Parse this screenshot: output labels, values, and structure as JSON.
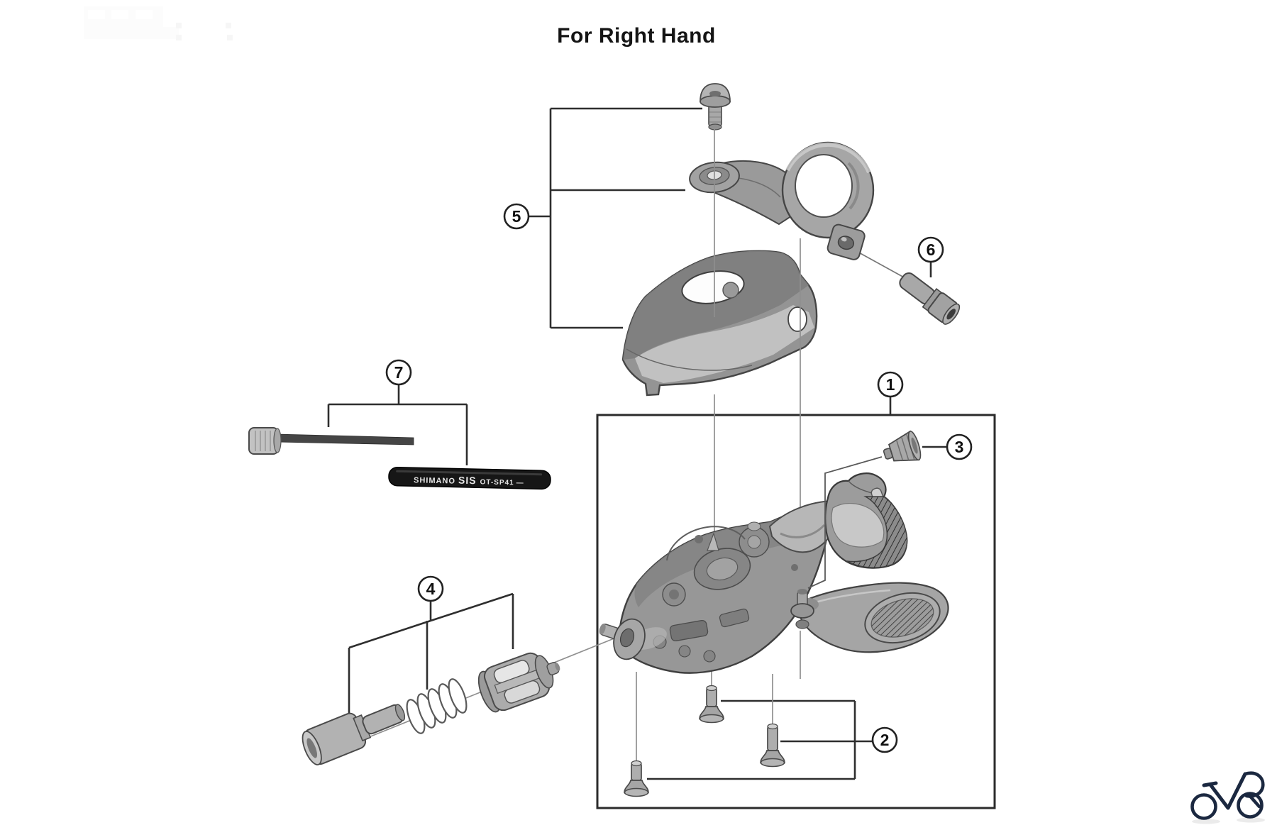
{
  "title": "For Right Hand",
  "callouts": [
    {
      "label": "1"
    },
    {
      "label": "2"
    },
    {
      "label": "3"
    },
    {
      "label": "4"
    },
    {
      "label": "5"
    },
    {
      "label": "6"
    },
    {
      "label": "7"
    }
  ],
  "cable_casing": {
    "brand": "SHIMANO",
    "model": "SIS",
    "spec": "OT-SP41",
    "suffix": "—"
  },
  "icons": {
    "watermark": "bicycle-logo"
  },
  "colors": {
    "background": "#ffffff",
    "bracket_line": "#2e2e2e",
    "thin_guide_line": "#8f8f8f",
    "part_outline": "#454545",
    "part_fill": "#a6a6a6",
    "casing_fill": "#161616",
    "casing_text": "#e6e6e6",
    "logo": "#1b2840"
  }
}
